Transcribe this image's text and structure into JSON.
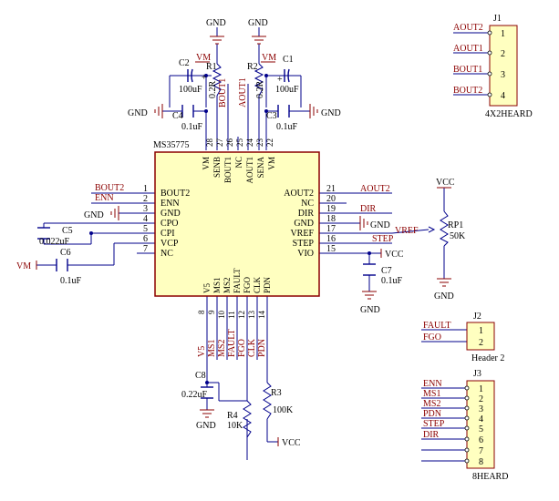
{
  "chip": {
    "name": "MS35775",
    "left_pins": [
      {
        "num": "1",
        "name": "BOUT2"
      },
      {
        "num": "2",
        "name": "ENN"
      },
      {
        "num": "3",
        "name": "GND"
      },
      {
        "num": "4",
        "name": "CPO"
      },
      {
        "num": "5",
        "name": "CPI"
      },
      {
        "num": "6",
        "name": "VCP"
      },
      {
        "num": "7",
        "name": "NC"
      }
    ],
    "right_pins": [
      {
        "num": "21",
        "name": "AOUT2"
      },
      {
        "num": "20",
        "name": "NC"
      },
      {
        "num": "19",
        "name": "DIR"
      },
      {
        "num": "18",
        "name": "GND"
      },
      {
        "num": "17",
        "name": "VREF"
      },
      {
        "num": "16",
        "name": "STEP"
      },
      {
        "num": "15",
        "name": "VIO"
      }
    ],
    "top_pins": [
      {
        "num": "28",
        "name": "VM"
      },
      {
        "num": "27",
        "name": "SENB"
      },
      {
        "num": "26",
        "name": "BOUT1"
      },
      {
        "num": "25",
        "name": "NC"
      },
      {
        "num": "24",
        "name": "AOUT1"
      },
      {
        "num": "23",
        "name": "SENA"
      },
      {
        "num": "22",
        "name": "VM"
      }
    ],
    "bottom_pins": [
      {
        "num": "8",
        "name": "V5"
      },
      {
        "num": "9",
        "name": "MS1"
      },
      {
        "num": "10",
        "name": "MS2"
      },
      {
        "num": "11",
        "name": "FAULT"
      },
      {
        "num": "12",
        "name": "FGO"
      },
      {
        "num": "13",
        "name": "CLK"
      },
      {
        "num": "14",
        "name": "PDN"
      }
    ]
  },
  "nets": {
    "left": [
      "BOUT2",
      "ENN"
    ],
    "right": [
      "AOUT2",
      "DIR",
      "STEP",
      "VREF"
    ],
    "top": [
      "BOUT1",
      "AOUT1"
    ],
    "bottom": [
      "V5",
      "MS1",
      "MS2",
      "FAULT",
      "FGO",
      "CLK",
      "PDN"
    ],
    "gnd": "GND",
    "vm": "VM",
    "vcc": "VCC"
  },
  "parts": {
    "C1": {
      "ref": "C1",
      "value": "100uF"
    },
    "C2": {
      "ref": "C2",
      "value": "100uF"
    },
    "C3": {
      "ref": "C3",
      "value": "0.1uF"
    },
    "C4": {
      "ref": "C4",
      "value": "0.1uF"
    },
    "C5": {
      "ref": "C5",
      "value": "0.022uF"
    },
    "C6": {
      "ref": "C6",
      "value": "0.1uF"
    },
    "C7": {
      "ref": "C7",
      "value": "0.1uF"
    },
    "C8": {
      "ref": "C8",
      "value": "0.22uF"
    },
    "R1": {
      "ref": "R1",
      "value": "0.2R"
    },
    "R2": {
      "ref": "R2",
      "value": "0.2R"
    },
    "R3": {
      "ref": "R3",
      "value": "100K"
    },
    "R4": {
      "ref": "R4",
      "value": "10K"
    },
    "RP1": {
      "ref": "RP1",
      "value": "50K"
    },
    "plus": "+"
  },
  "J1": {
    "ref": "J1",
    "caption": "4X2HEARD",
    "pins": [
      {
        "num": "1",
        "net": "AOUT2"
      },
      {
        "num": "2",
        "net": "AOUT1"
      },
      {
        "num": "3",
        "net": "BOUT1"
      },
      {
        "num": "4",
        "net": "BOUT2"
      }
    ]
  },
  "J2": {
    "ref": "J2",
    "caption": "Header 2",
    "pins": [
      {
        "num": "1",
        "net": "FAULT"
      },
      {
        "num": "2",
        "net": "FGO"
      }
    ]
  },
  "J3": {
    "ref": "J3",
    "caption": "8HEARD",
    "pins": [
      {
        "num": "1",
        "net": "ENN"
      },
      {
        "num": "2",
        "net": "MS1"
      },
      {
        "num": "3",
        "net": "MS2"
      },
      {
        "num": "4",
        "net": "PDN"
      },
      {
        "num": "5",
        "net": "STEP"
      },
      {
        "num": "6",
        "net": "DIR"
      },
      {
        "num": "7",
        "net": ""
      },
      {
        "num": "8",
        "net": ""
      }
    ]
  }
}
